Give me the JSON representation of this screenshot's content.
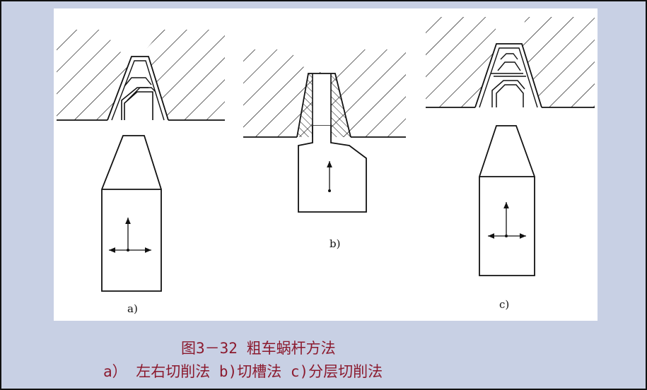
{
  "figure": {
    "sub_labels": {
      "a": "a)",
      "b": "b)",
      "c": "c)"
    }
  },
  "caption": {
    "title": "图3－32 粗车蜗杆方法",
    "subtitle": "a） 左右切削法 b)切槽法 c)分层切削法"
  },
  "colors": {
    "background": "#c8d0e4",
    "figure_background": "#ffffff",
    "caption_text": "#8b1a2e",
    "line": "#111111"
  }
}
